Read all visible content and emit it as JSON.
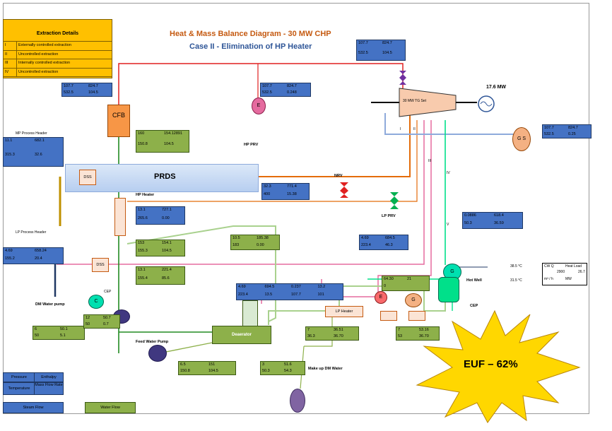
{
  "title": {
    "main": "Heat & Mass Balance Diagram - 30 MW CHP",
    "sub": "Case II - Elimination of HP Heater"
  },
  "extraction": {
    "header": "Extraction Details",
    "rows": [
      {
        "id": "I",
        "text": "Externally controlled extraction"
      },
      {
        "id": "II",
        "text": "Uncontrolled extraction"
      },
      {
        "id": "III",
        "text": "Internally controlled extraction"
      },
      {
        "id": "IV",
        "text": "Uncontrolled extraction"
      }
    ]
  },
  "equipment": {
    "cfb": "CFB",
    "prds": "PRDS",
    "tg_set": "30 MW TG Set",
    "power": "17.6 MW",
    "dss1": "DSS",
    "dss2": "DSS",
    "deaerator": "Deaerator",
    "lp_heater": "LP Heater",
    "hot_well": "Hot Well",
    "cep": "CEP",
    "e": "E",
    "g": "G",
    "c": "C",
    "gs": "G S"
  },
  "labels": {
    "hp_prv": "HP PRV",
    "nrv": "NRV",
    "lp_prv": "LP PRV",
    "hp_heater": "HP Heater",
    "mp_header": "MP Process Header",
    "lp_header": "LP Process Header",
    "dm_pump": "DM Water pump",
    "feed_pump": "Feed Water Pump",
    "makeup": "Make up DM Water",
    "cep_left": "CEP",
    "cep_right": "CEP",
    "ext_i": "I",
    "ext_ii": "II",
    "ext_iii": "III",
    "ext_iv": "IV",
    "ext_v": "V",
    "cw_t1": "38.5 °C",
    "cw_t2": "31.5 °C"
  },
  "cw_table": {
    "q_label": "CW Q",
    "heat_label": "Heat Load",
    "q_value": "2900",
    "heat_value": "26.7",
    "q_unit": "m³ / h",
    "heat_unit": "MW"
  },
  "legend": {
    "pressure": "Pressure",
    "enthalpy": "Enthalpy",
    "temperature": "Temperature",
    "mass": "Mass Flow Rate",
    "steam": "Steam Flow",
    "water": "Water Flow"
  },
  "euf": "EUF – 62%",
  "data_boxes": {
    "b_top_right": [
      "107.7",
      "824.7",
      "532.5",
      "104.5"
    ],
    "b_cfb_top": [
      "107.7",
      "824.7",
      "532.5",
      "104.5"
    ],
    "b_e_top": [
      "107.7",
      "824.7",
      "532.5",
      "0.248"
    ],
    "b_gs": [
      "107.7",
      "824.7",
      "532.5",
      "0.25"
    ],
    "b_mp": [
      "11.1",
      "682.1",
      "315.3",
      "32.6"
    ],
    "g_boiler": [
      "160",
      "154.12891",
      "150.8",
      "104.5"
    ],
    "b_prds": [
      "32.3",
      "771.4",
      "400",
      "15.38"
    ],
    "b_hp_heater": [
      "13.1",
      "727.1",
      "265.6",
      "0.00"
    ],
    "b_lp": [
      "4.69",
      "658.24",
      "155.2",
      "20.4"
    ],
    "g_mid1": [
      "153",
      "154.1",
      "155.3",
      "104.5"
    ],
    "g_mid2": [
      "13.1",
      "221.4",
      "155.4",
      "85.6"
    ],
    "g_b1": [
      "10.5",
      "185.38",
      "183",
      "0.00"
    ],
    "b_right": [
      "0.0886",
      "618.4",
      "50.3",
      "36.59"
    ],
    "b_mid_right": [
      "4.69",
      "684.5",
      "223.4",
      "46.3"
    ],
    "b_dea": [
      "4.69",
      "694.5",
      "0.237",
      "13.2",
      "223.4",
      "13.5",
      "107.7",
      "101"
    ],
    "g_hot": [
      "64.30",
      "21",
      "0"
    ],
    "g_dm": [
      "6",
      "50.1",
      "50",
      "5.1"
    ],
    "g_dm2": [
      "12",
      "50.7",
      "50",
      "0.7"
    ],
    "g_fw": [
      "6.5",
      "151",
      "150.8",
      "104.5"
    ],
    "g_mu": [
      "3",
      "51.6",
      "50.3",
      "54.3"
    ],
    "g_lph": [
      "7",
      "36.51",
      "36.3",
      "36.70"
    ],
    "g_lph2": [
      "7",
      "53.16",
      "53",
      "36.70"
    ]
  }
}
